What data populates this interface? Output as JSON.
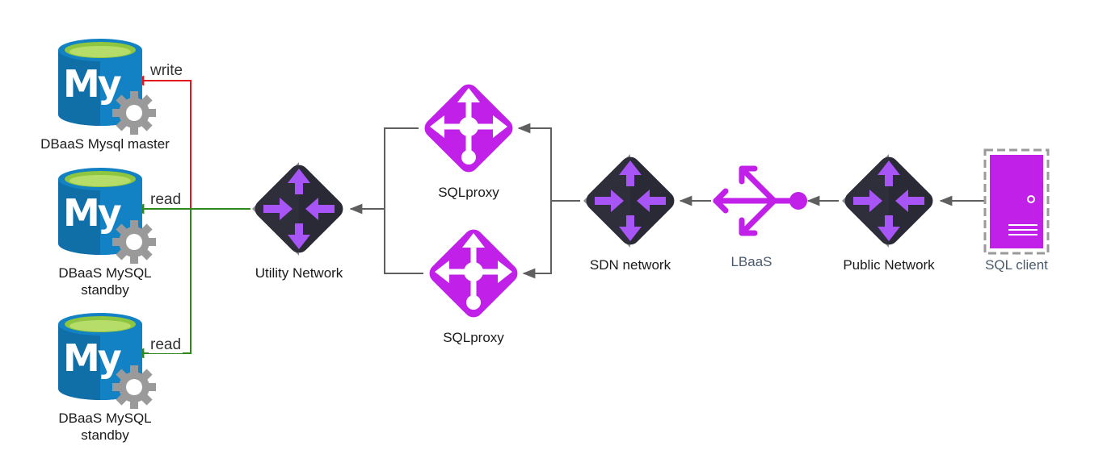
{
  "nodes": {
    "master": {
      "label": "DBaaS Mysql master",
      "icon": "mysql-database-icon"
    },
    "standby1": {
      "label_line1": "DBaaS MySQL",
      "label_line2": "standby",
      "icon": "mysql-database-icon"
    },
    "standby2": {
      "label_line1": "DBaaS MySQL",
      "label_line2": "standby",
      "icon": "mysql-database-icon"
    },
    "utility": {
      "label": "Utility Network",
      "icon": "router-icon"
    },
    "proxy1": {
      "label": "SQLproxy",
      "icon": "load-balancer-icon"
    },
    "proxy2": {
      "label": "SQLproxy",
      "icon": "load-balancer-icon"
    },
    "sdn": {
      "label": "SDN network",
      "icon": "router-icon"
    },
    "lbaas": {
      "label": "LBaaS",
      "icon": "lbaas-icon"
    },
    "public": {
      "label": "Public Network",
      "icon": "router-icon"
    },
    "client": {
      "label": "SQL client",
      "icon": "server-icon"
    }
  },
  "edges": {
    "write": {
      "label": "write",
      "color": "#e0161c"
    },
    "read1": {
      "label": "read",
      "color": "#2d8a1a"
    },
    "read2": {
      "label": "read",
      "color": "#2d8a1a"
    },
    "connector_color": "#5f5f5f"
  },
  "colors": {
    "accent_purple": "#c020e8",
    "router_purple": "#a855f7",
    "router_dark": "#2a2a36",
    "mysql_blue": "#1282c4",
    "mysql_green": "#8ec63f",
    "gear_gray": "#9a9a9a"
  }
}
